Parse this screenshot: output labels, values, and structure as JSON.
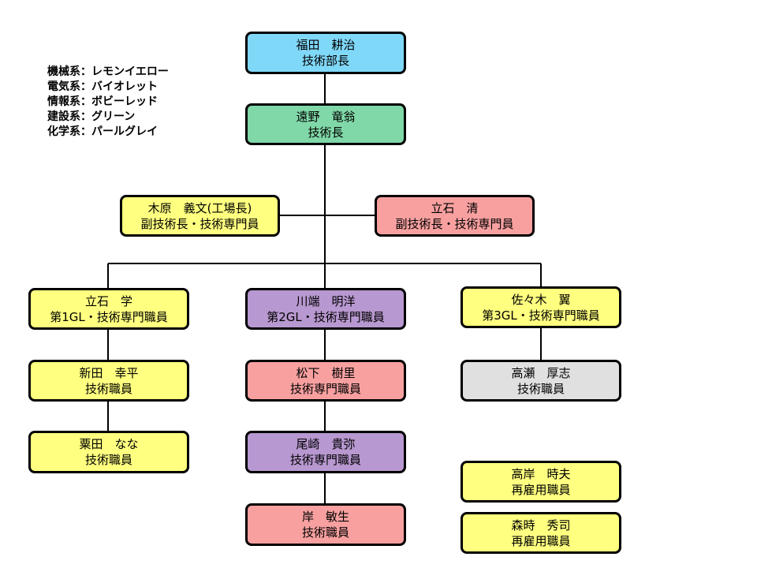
{
  "legend": [
    {
      "label": "機械系：レモンイエロー"
    },
    {
      "label": "電気系：バイオレット"
    },
    {
      "label": "情報系：ボビーレッド"
    },
    {
      "label": "建設系：グリーン"
    },
    {
      "label": "化学系：パールグレイ"
    }
  ],
  "colors": {
    "blue": "#80d8f8",
    "green": "#80d8a8",
    "yellow": "#ffff80",
    "pink": "#f8a0a0",
    "purple": "#b898d0",
    "gray": "#e0e0e0"
  },
  "nodes": {
    "fukuda": {
      "name": "福田　耕治",
      "title": "技術部長"
    },
    "tono": {
      "name": "遠野　竜翁",
      "title": "技術長"
    },
    "kihara": {
      "name": "木原　義文(工場長)",
      "title": "副技術長・技術専門員"
    },
    "tateishi_k": {
      "name": "立石　清",
      "title": "副技術長・技術専門員"
    },
    "tateishi_m": {
      "name": "立石　学",
      "title": "第1GL・技術専門職員"
    },
    "kawabata": {
      "name": "川端　明洋",
      "title": "第2GL・技術専門職員"
    },
    "sasaki": {
      "name": "佐々木　翼",
      "title": "第3GL・技術専門職員"
    },
    "nitta": {
      "name": "新田　幸平",
      "title": "技術職員"
    },
    "matsushita": {
      "name": "松下　樹里",
      "title": "技術専門職員"
    },
    "takase": {
      "name": "高瀬　厚志",
      "title": "技術職員"
    },
    "kurita": {
      "name": "粟田　なな",
      "title": "技術職員"
    },
    "ozaki": {
      "name": "尾崎　貴弥",
      "title": "技術専門職員"
    },
    "kishi_t": {
      "name": "岸　敏生",
      "title": "技術職員"
    },
    "takagishi": {
      "name": "高岸　時夫",
      "title": "再雇用職員"
    },
    "morito": {
      "name": "森時　秀司",
      "title": "再雇用職員"
    }
  }
}
